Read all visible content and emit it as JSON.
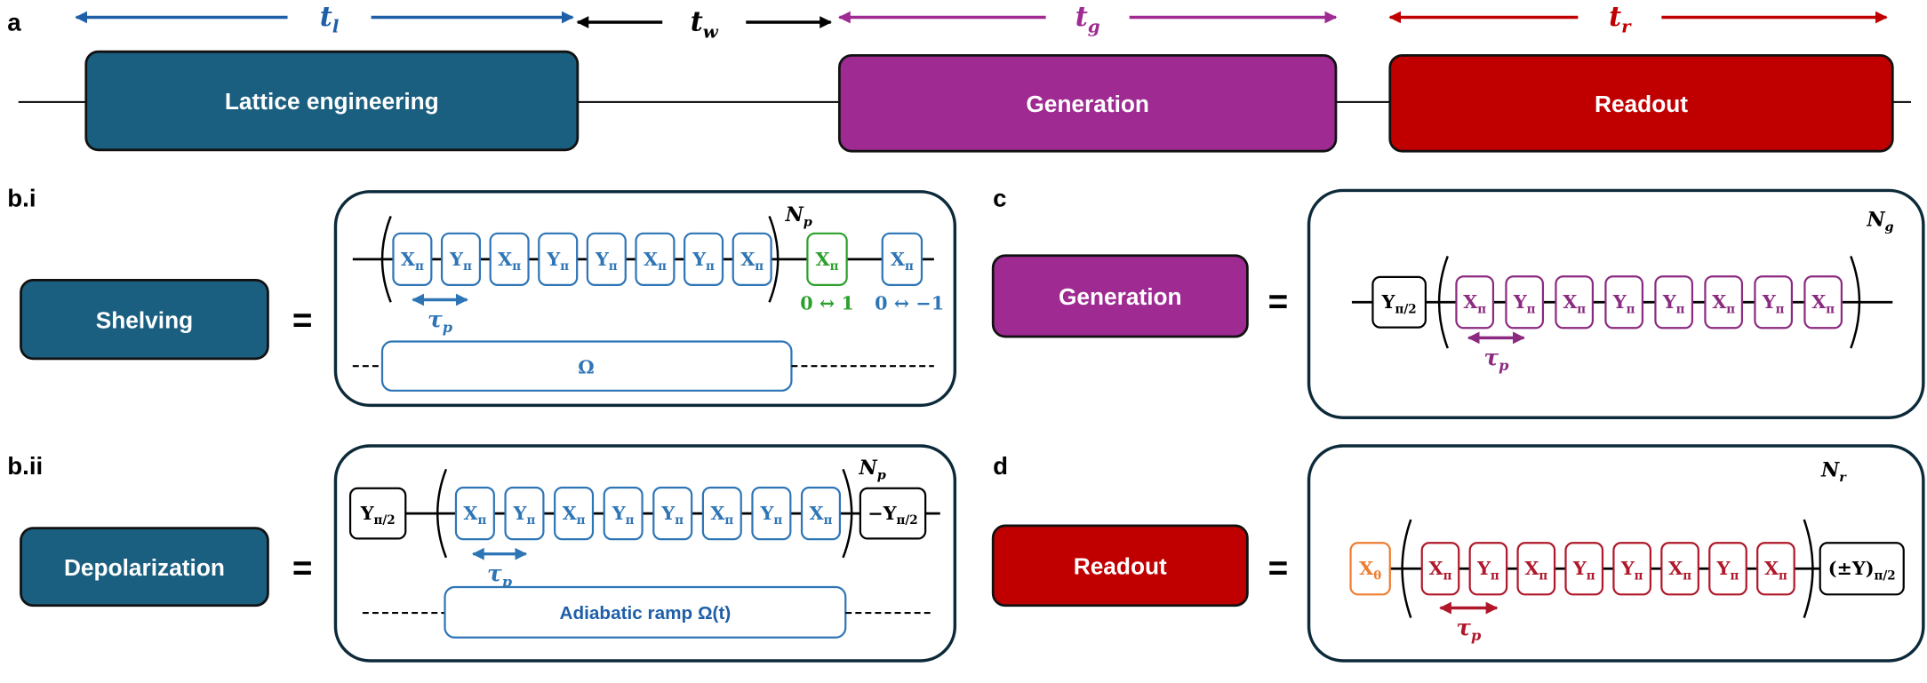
{
  "colors": {
    "lattice": "#1a5f80",
    "generation": "#9e2a92",
    "readout": "#c00000",
    "blue": "#2e75b6",
    "green": "#2ca02c",
    "orange": "#ed7d31",
    "purple": "#8b2a80",
    "red": "#b0182a",
    "black": "#000000"
  },
  "timeline": {
    "panel_label": "a",
    "blocks": [
      {
        "label": "Lattice engineering",
        "color": "#1a5f80"
      },
      {
        "label": "Generation",
        "color": "#9e2a92"
      },
      {
        "label": "Readout",
        "color": "#c00000"
      }
    ],
    "durations": [
      {
        "sym": "t",
        "sub": "l",
        "color": "#1f5fa8"
      },
      {
        "sym": "t",
        "sub": "w",
        "color": "#000000"
      },
      {
        "sym": "t",
        "sub": "g",
        "color": "#9e2a92"
      },
      {
        "sym": "t",
        "sub": "r",
        "color": "#c00000"
      }
    ]
  },
  "shelving": {
    "panel_label": "b.i",
    "block_label": "Shelving",
    "equals": "=",
    "gates": [
      "X",
      "Y",
      "X",
      "Y",
      "Y",
      "X",
      "Y",
      "X"
    ],
    "gate_sub": "π",
    "repeat": {
      "sym": "N",
      "sub": "p"
    },
    "extra_gates": [
      {
        "g": "X",
        "sub": "π",
        "color": "#2ca02c",
        "note": "0 ↔ 1"
      },
      {
        "g": "X",
        "sub": "π",
        "color": "#2e75b6",
        "note": "0 ↔ −1"
      }
    ],
    "tau": {
      "sym": "τ",
      "sub": "p"
    },
    "drive": "Ω"
  },
  "depolarization": {
    "panel_label": "b.ii",
    "block_label": "Depolarization",
    "equals": "=",
    "pre_gate": {
      "g": "Y",
      "sub": "π/2"
    },
    "gates": [
      "X",
      "Y",
      "X",
      "Y",
      "Y",
      "X",
      "Y",
      "X"
    ],
    "gate_sub": "π",
    "repeat": {
      "sym": "N",
      "sub": "p"
    },
    "post_gate": {
      "g": "−Y",
      "sub": "π/2"
    },
    "tau": {
      "sym": "τ",
      "sub": "p"
    },
    "drive": "Adiabatic ramp Ω(t)"
  },
  "generation": {
    "panel_label": "c",
    "block_label": "Generation",
    "equals": "=",
    "pre_gate": {
      "g": "Y",
      "sub": "π/2"
    },
    "gates": [
      "X",
      "Y",
      "X",
      "Y",
      "Y",
      "X",
      "Y",
      "X"
    ],
    "gate_sub": "π",
    "repeat": {
      "sym": "N",
      "sub": "g"
    },
    "tau": {
      "sym": "τ",
      "sub": "p"
    }
  },
  "readout": {
    "panel_label": "d",
    "block_label": "Readout",
    "equals": "=",
    "pre_gate": {
      "g": "X",
      "sub": "θ"
    },
    "gates": [
      "X",
      "Y",
      "X",
      "Y",
      "Y",
      "X",
      "Y",
      "X"
    ],
    "gate_sub": "π",
    "repeat": {
      "sym": "N",
      "sub": "r"
    },
    "post_gate": {
      "g": "(±Y)",
      "sub": "π/2"
    },
    "tau": {
      "sym": "τ",
      "sub": "p"
    }
  }
}
